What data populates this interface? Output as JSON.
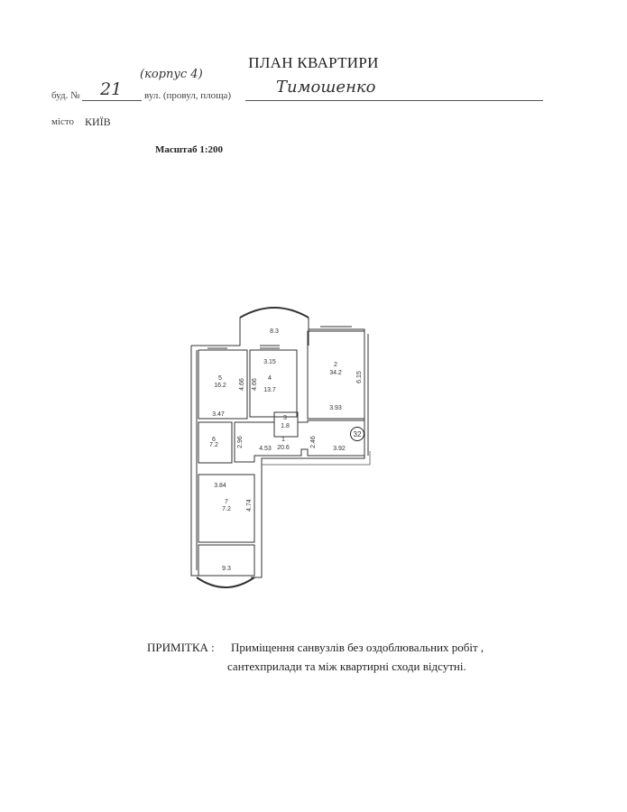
{
  "header": {
    "title": "ПЛАН КВАРТИРИ",
    "building_label": "буд. №",
    "building_number": "21",
    "building_note": "(корпус 4)",
    "street_label": "вул. (провул, площа)",
    "street_value": "Тимошенко",
    "city_label": "місто",
    "city_value": "КИЇВ",
    "scale": "Масштаб 1:200"
  },
  "plan": {
    "apartment_number": "32",
    "rooms": [
      {
        "number": "1",
        "area": "20.6"
      },
      {
        "number": "2",
        "area": "34.2"
      },
      {
        "number": "3",
        "area": "1.8"
      },
      {
        "number": "4",
        "area": "13.7"
      },
      {
        "number": "5",
        "area": "16.2"
      },
      {
        "number": "6",
        "area": "7.2"
      },
      {
        "number": "7",
        "area": "7.2"
      }
    ],
    "balconies": [
      {
        "area": "8.3"
      },
      {
        "area": "9.3"
      }
    ],
    "dimensions": {
      "d315": "3.15",
      "d466a": "4.66",
      "d466b": "4.66",
      "d615": "6.15",
      "d347": "3.47",
      "d393": "3.93",
      "d296": "2.96",
      "d453": "4.53",
      "d246": "2.46",
      "d392": "3.92",
      "d384": "3.84",
      "d474": "4.74"
    }
  },
  "note": {
    "label": "ПРИМІТКА :",
    "line1": "Приміщення санвузлів без оздоблювальних робіт ,",
    "line2": "сантехприлади та між квартирні сходи відсутні."
  }
}
